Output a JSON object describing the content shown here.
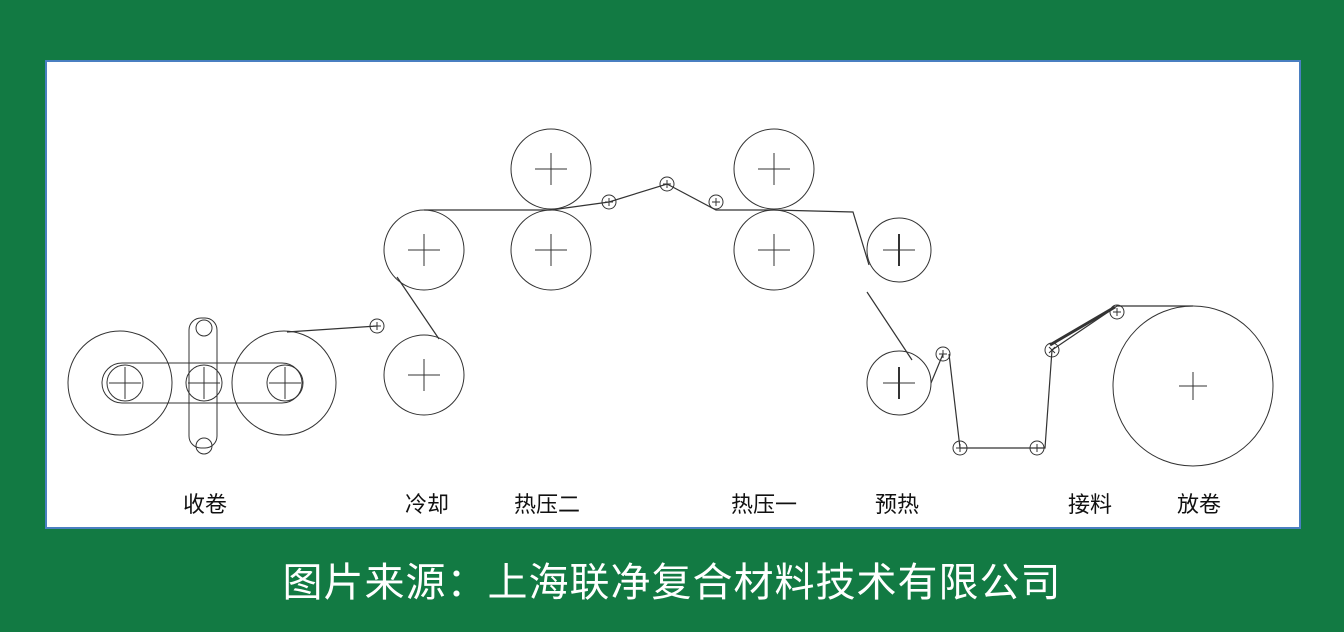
{
  "colors": {
    "background": "#127a43",
    "panel": "#ffffff",
    "panel_border": "#4a7fc1",
    "line": "#333333"
  },
  "labels": {
    "winding": "收卷",
    "cooling": "冷却",
    "hot_press_2": "热压二",
    "hot_press_1": "热压一",
    "preheat": "预热",
    "splice": "接料",
    "unwind": "放卷"
  },
  "caption": "图片来源：上海联净复合材料技术有限公司"
}
